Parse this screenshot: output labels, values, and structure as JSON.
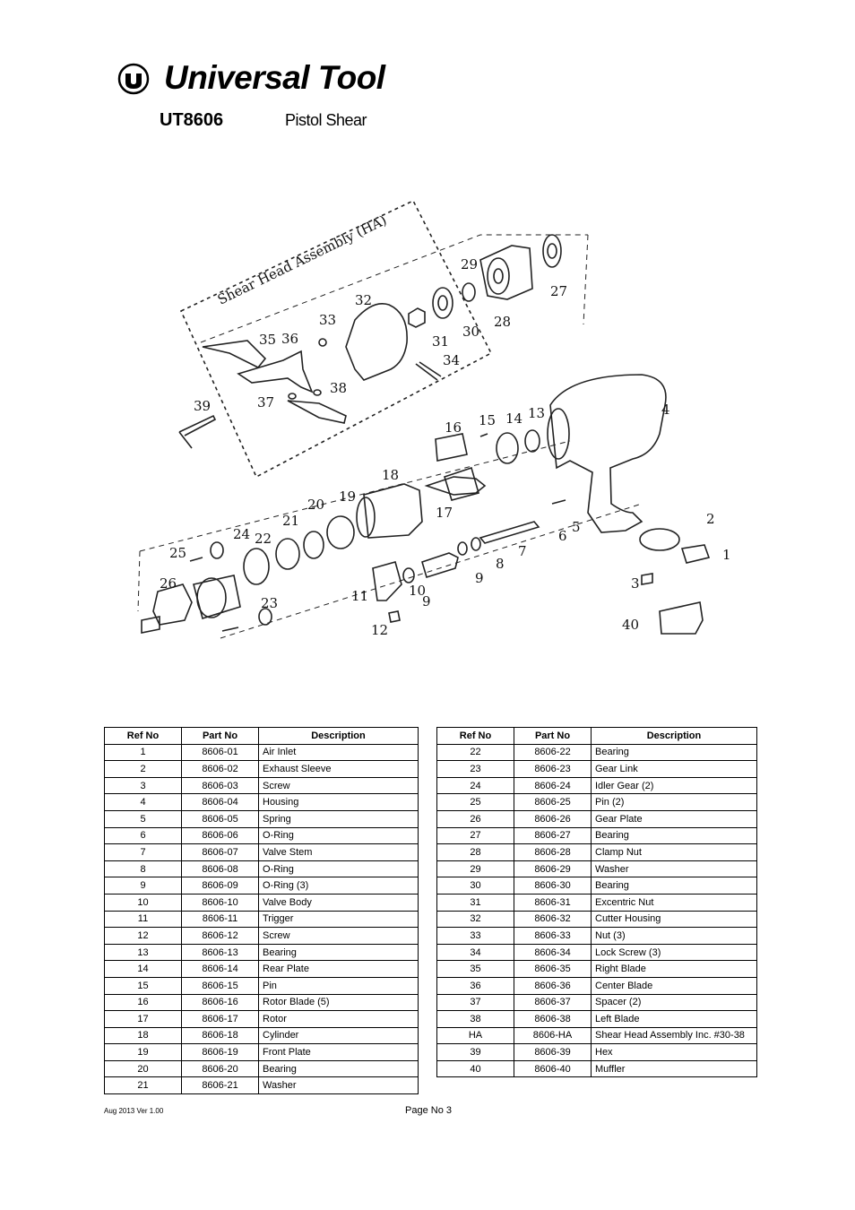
{
  "header": {
    "brand": "Universal Tool",
    "model": "UT8606",
    "product": "Pistol Shear"
  },
  "diagram": {
    "assembly_label": "Shear Head Assembly (HA)",
    "callouts": [
      "1",
      "2",
      "3",
      "4",
      "5",
      "6",
      "7",
      "8",
      "9",
      "9",
      "10",
      "11",
      "12",
      "13",
      "14",
      "15",
      "16",
      "17",
      "18",
      "19",
      "20",
      "21",
      "22",
      "23",
      "24",
      "25",
      "26",
      "27",
      "28",
      "29",
      "30",
      "31",
      "32",
      "33",
      "34",
      "35",
      "36",
      "37",
      "38",
      "39",
      "40"
    ]
  },
  "table_headers": [
    "Ref No",
    "Part No",
    "Description"
  ],
  "table_left": [
    [
      "1",
      "8606-01",
      "Air Inlet"
    ],
    [
      "2",
      "8606-02",
      "Exhaust Sleeve"
    ],
    [
      "3",
      "8606-03",
      "Screw"
    ],
    [
      "4",
      "8606-04",
      "Housing"
    ],
    [
      "5",
      "8606-05",
      "Spring"
    ],
    [
      "6",
      "8606-06",
      "O-Ring"
    ],
    [
      "7",
      "8606-07",
      "Valve Stem"
    ],
    [
      "8",
      "8606-08",
      "O-Ring"
    ],
    [
      "9",
      "8606-09",
      "O-Ring (3)"
    ],
    [
      "10",
      "8606-10",
      "Valve Body"
    ],
    [
      "11",
      "8606-11",
      "Trigger"
    ],
    [
      "12",
      "8606-12",
      "Screw"
    ],
    [
      "13",
      "8606-13",
      "Bearing"
    ],
    [
      "14",
      "8606-14",
      "Rear Plate"
    ],
    [
      "15",
      "8606-15",
      "Pin"
    ],
    [
      "16",
      "8606-16",
      "Rotor Blade (5)"
    ],
    [
      "17",
      "8606-17",
      "Rotor"
    ],
    [
      "18",
      "8606-18",
      "Cylinder"
    ],
    [
      "19",
      "8606-19",
      "Front Plate"
    ],
    [
      "20",
      "8606-20",
      "Bearing"
    ],
    [
      "21",
      "8606-21",
      "Washer"
    ]
  ],
  "table_right": [
    [
      "22",
      "8606-22",
      "Bearing"
    ],
    [
      "23",
      "8606-23",
      "Gear Link"
    ],
    [
      "24",
      "8606-24",
      "Idler Gear (2)"
    ],
    [
      "25",
      "8606-25",
      "Pin (2)"
    ],
    [
      "26",
      "8606-26",
      "Gear Plate"
    ],
    [
      "27",
      "8606-27",
      "Bearing"
    ],
    [
      "28",
      "8606-28",
      "Clamp Nut"
    ],
    [
      "29",
      "8606-29",
      "Washer"
    ],
    [
      "30",
      "8606-30",
      "Bearing"
    ],
    [
      "31",
      "8606-31",
      "Excentric Nut"
    ],
    [
      "32",
      "8606-32",
      "Cutter Housing"
    ],
    [
      "33",
      "8606-33",
      "Nut (3)"
    ],
    [
      "34",
      "8606-34",
      "Lock Screw (3)"
    ],
    [
      "35",
      "8606-35",
      "Right Blade"
    ],
    [
      "36",
      "8606-36",
      "Center Blade"
    ],
    [
      "37",
      "8606-37",
      "Spacer (2)"
    ],
    [
      "38",
      "8606-38",
      "Left Blade"
    ],
    [
      "HA",
      "8606-HA",
      "Shear Head Assembly Inc. #30-38"
    ],
    [
      "39",
      "8606-39",
      "Hex"
    ],
    [
      "40",
      "8606-40",
      "Muffler"
    ]
  ],
  "footer": {
    "version": "Aug 2013 Ver 1.00",
    "page": "Page No 3"
  }
}
